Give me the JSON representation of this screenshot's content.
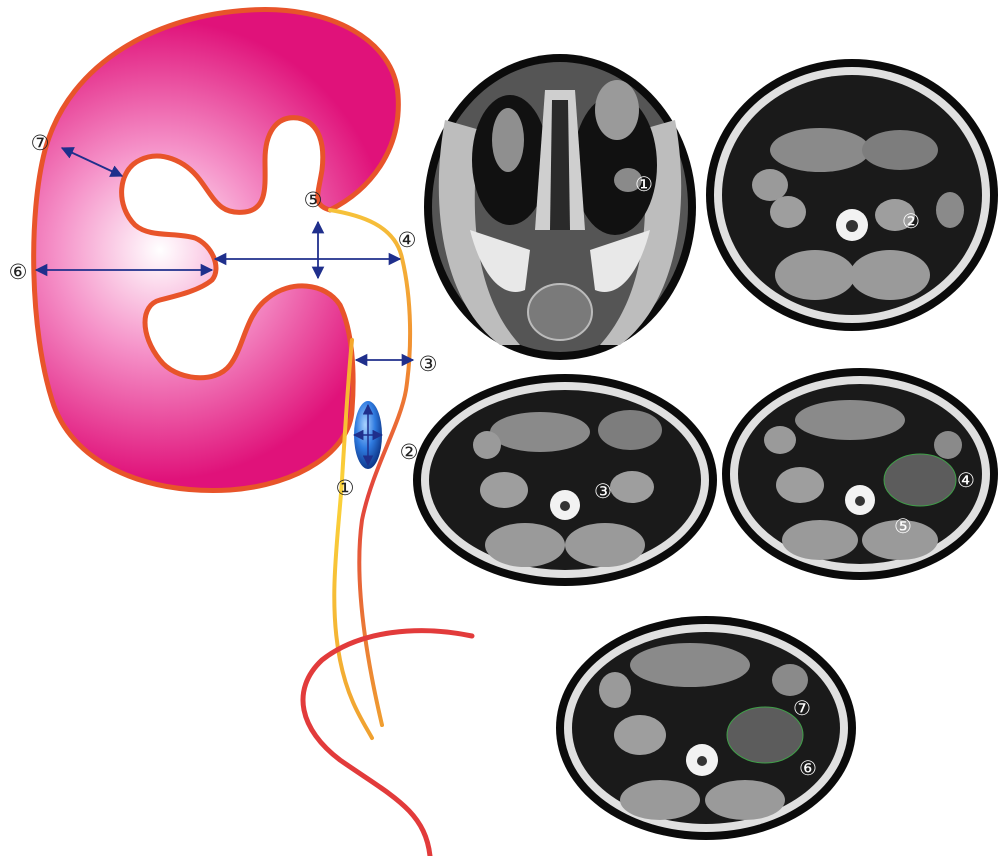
{
  "diagram": {
    "labels": {
      "m1": "①",
      "m2": "②",
      "m3": "③",
      "m4": "④",
      "m5": "⑤",
      "m6": "⑥",
      "m7": "⑦"
    },
    "colors": {
      "kidney_center": "#ffffff",
      "kidney_mid": "#f47fbe",
      "kidney_edge": "#e3157a",
      "kidney_outline": "#e8542a",
      "measure_arrow": "#1f2f8c",
      "ureter_inner": "#f7c530",
      "ureter_outer": "#e64a3c",
      "bladder_line": "#e23b3b",
      "stone": "#2266cc"
    }
  },
  "ct_panels": [
    {
      "id": "coronal",
      "label": "①"
    },
    {
      "id": "axial-1",
      "label": "②"
    },
    {
      "id": "axial-2",
      "label": "③"
    },
    {
      "id": "axial-3",
      "labels": [
        "④",
        "⑤"
      ]
    },
    {
      "id": "axial-4",
      "labels": [
        "⑦",
        "⑥"
      ]
    }
  ]
}
